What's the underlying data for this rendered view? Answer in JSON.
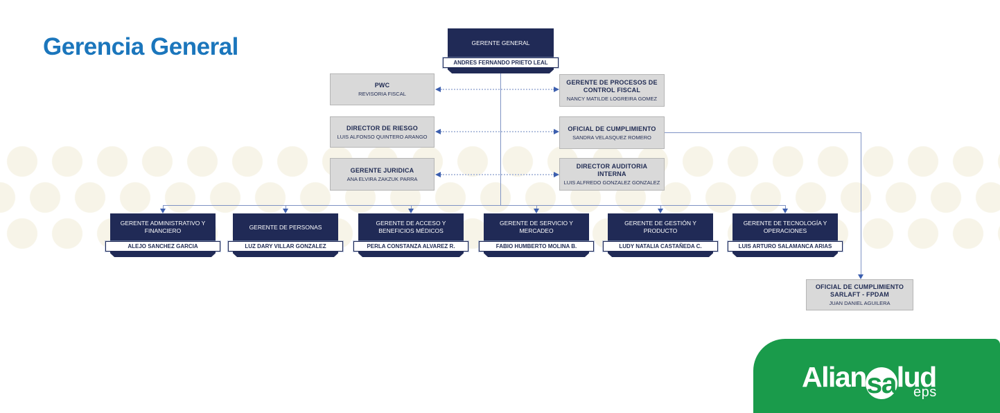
{
  "page": {
    "title": "Gerencia General"
  },
  "colors": {
    "navy": "#202a56",
    "gray_box": "#d9d9d9",
    "title_blue": "#1b76bc",
    "connector_blue": "#7e92c4",
    "arrow_blue": "#3d5fae",
    "logo_green": "#1a9b4b",
    "dots_cream": "#f7f4e8"
  },
  "chart": {
    "root": {
      "title": "GERENTE GENERAL",
      "name": "ANDRES FERNANDO PRIETO LEAL"
    },
    "advisors_left": [
      {
        "title": "PWC",
        "name": "REVISORIA FISCAL"
      },
      {
        "title": "DIRECTOR DE RIESGO",
        "name": "LUIS ALFONSO QUINTERO ARANGO"
      },
      {
        "title": "GERENTE JURIDICA",
        "name": "ANA ELVIRA ZAKZUK PARRA"
      }
    ],
    "advisors_right": [
      {
        "title": "GERENTE DE PROCESOS DE CONTROL FISCAL",
        "name": "NANCY MATILDE LOGREIRA GOMEZ"
      },
      {
        "title": "OFICIAL DE CUMPLIMIENTO",
        "name": "SANDRA VELASQUEZ ROMERO"
      },
      {
        "title": "DIRECTOR AUDITORIA INTERNA",
        "name": "LUIS ALFREDO GONZALEZ GONZALEZ"
      }
    ],
    "direct_reports": [
      {
        "title": "GERENTE ADMINISTRATIVO Y FINANCIERO",
        "name": "ALEJO SANCHEZ GARCIA"
      },
      {
        "title": "GERENTE DE PERSONAS",
        "name": "LUZ DARY VILLAR GONZALEZ"
      },
      {
        "title": "GERENTE DE ACCESO Y BENEFICIOS MÉDICOS",
        "name": "PERLA CONSTANZA ALVAREZ R."
      },
      {
        "title": "GERENTE DE SERVICIO Y MERCADEO",
        "name": "FABIO HUMBERTO MOLINA B."
      },
      {
        "title": "GERENTE DE GESTIÓN Y PRODUCTO",
        "name": "LUDY NATALIA CASTAÑEDA C."
      },
      {
        "title": "GERENTE DE TECNOLOGÍA Y OPERACIONES",
        "name": "LUIS ARTURO SALAMANCA ARIAS"
      }
    ],
    "sarlaft": {
      "title": "OFICIAL DE CUMPLIMIENTO",
      "subtitle": "SARLAFT - FPDAM",
      "name": "JUAN DANIEL AGUILERA"
    }
  },
  "logo": {
    "part1": "Alian",
    "part2": "sa",
    "part3": "lud",
    "sub": "eps"
  }
}
